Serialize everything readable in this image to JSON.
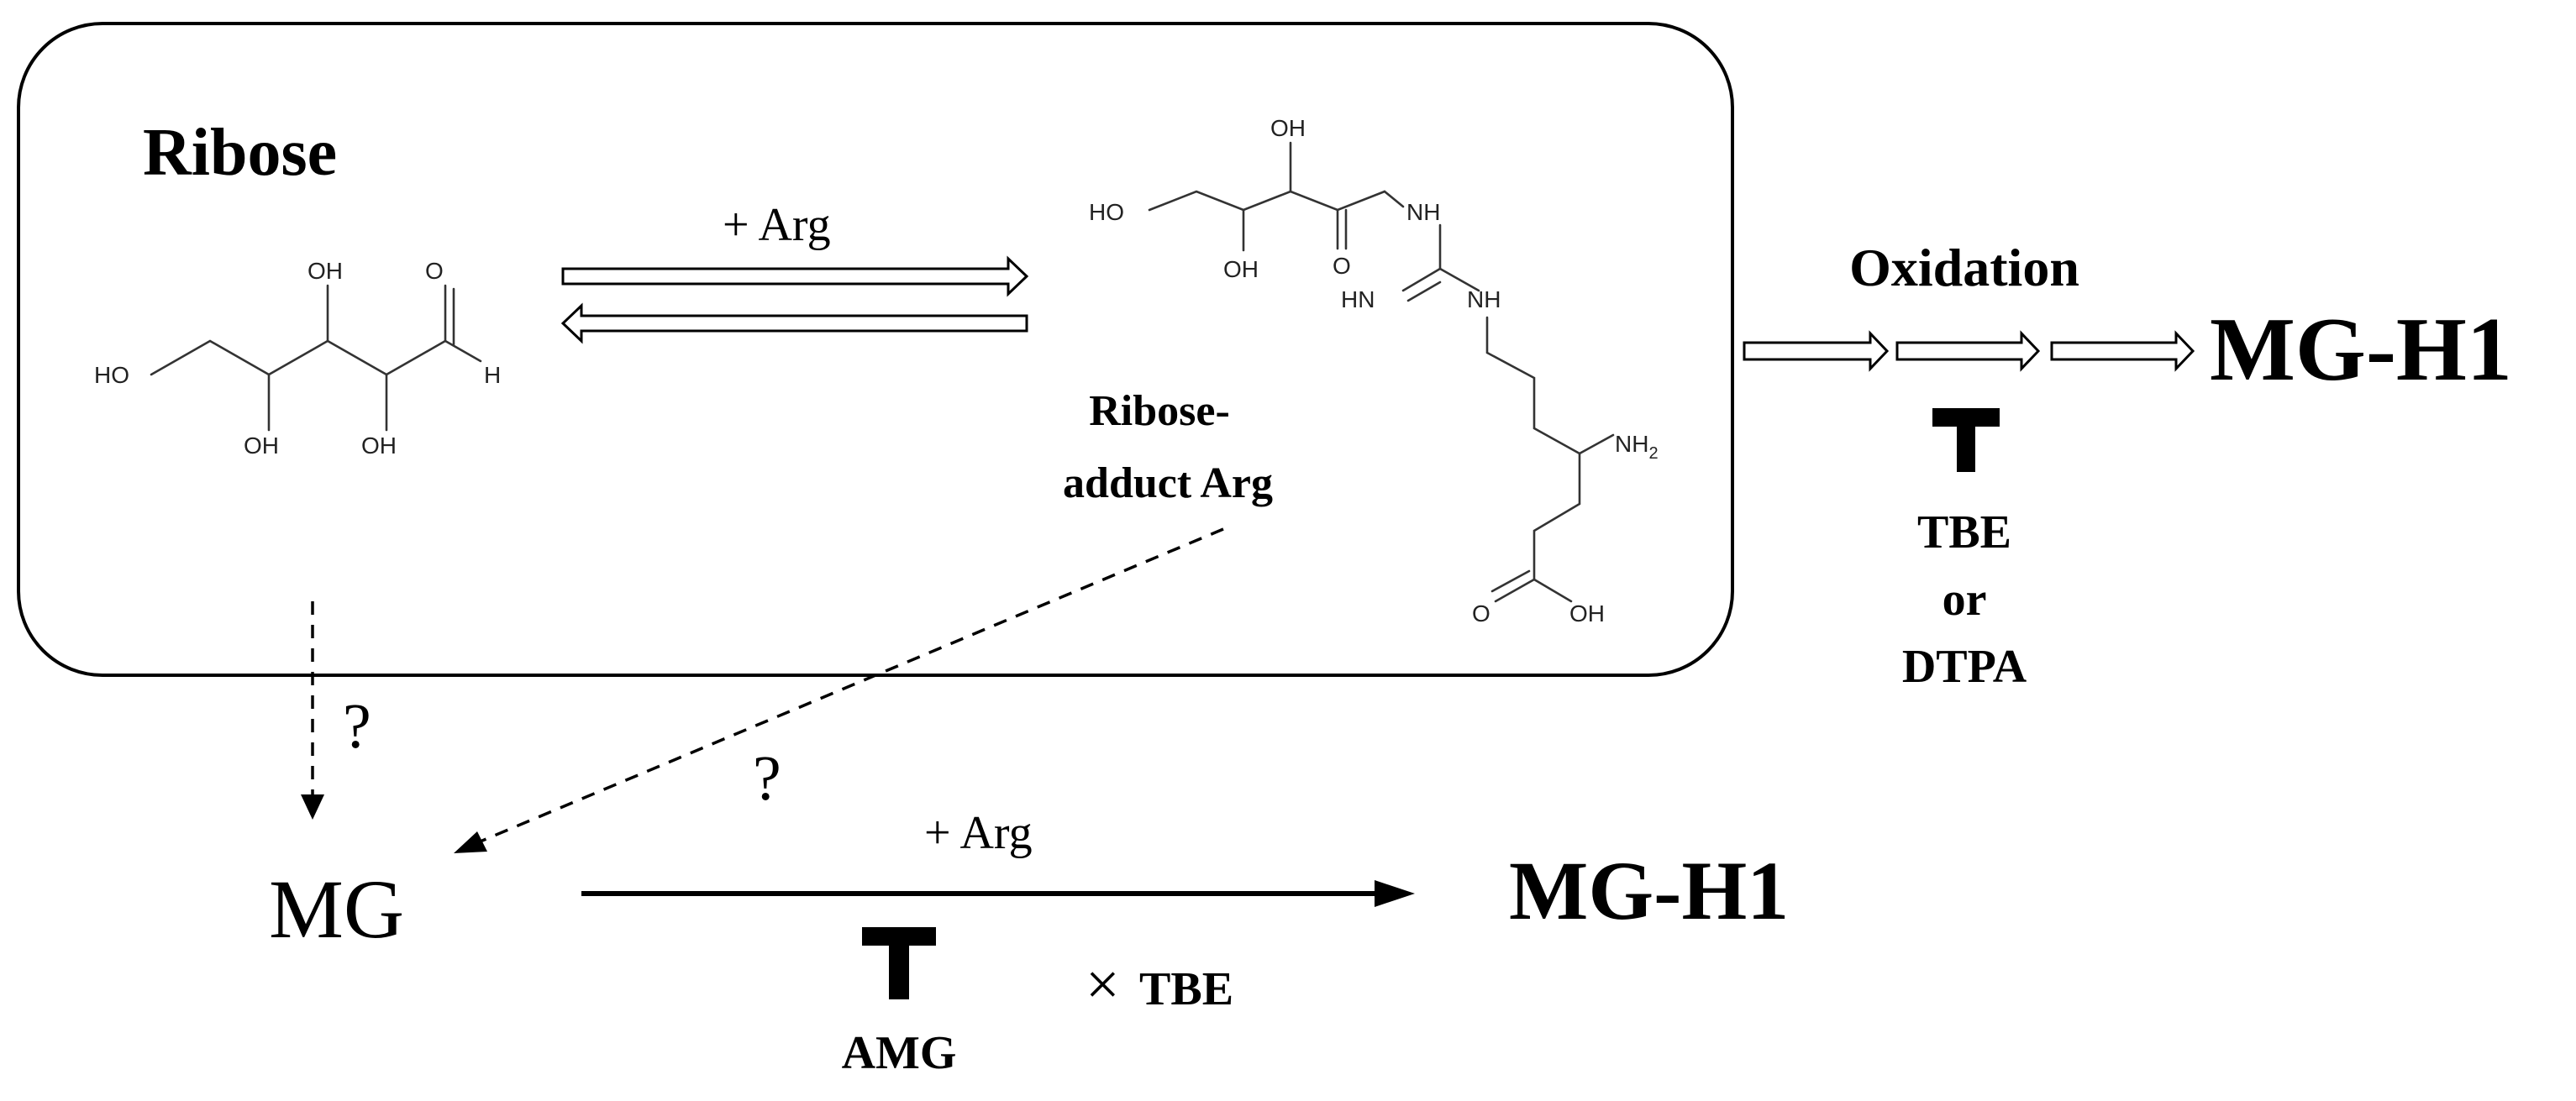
{
  "labels": {
    "ribose": "Ribose",
    "plus_arg_top": "+ Arg",
    "adduct_line1": "Ribose-",
    "adduct_line2": "adduct Arg",
    "oxidation": "Oxidation",
    "mgh1_top": "MG-H1",
    "tbe_line": "TBE",
    "or_line": "or",
    "dtpa_line": "DTPA",
    "question1": "?",
    "question2": "?",
    "mg": "MG",
    "plus_arg_bottom": "+ Arg",
    "mgh1_bottom": "MG-H1",
    "amg": "AMG",
    "times_symbol": "×",
    "tbe_bottom": "TBE"
  },
  "ribose_structure": {
    "oh_top": "OH",
    "o_aldehyde": "O",
    "h_aldehyde": "H",
    "ho_left": "HO",
    "oh_bottom1": "OH",
    "oh_bottom2": "OH"
  },
  "adduct_structure": {
    "oh_top": "OH",
    "ho_left": "HO",
    "oh_bottom": "OH",
    "o_keto": "O",
    "nh_1": "NH",
    "hn_imine": "HN",
    "nh_2": "NH",
    "nh2": "NH",
    "nh2_sub": "2",
    "o_acid": "O",
    "oh_acid": "OH"
  },
  "colors": {
    "foreground": "#000000",
    "molecule": "#333333",
    "background": "#ffffff"
  }
}
